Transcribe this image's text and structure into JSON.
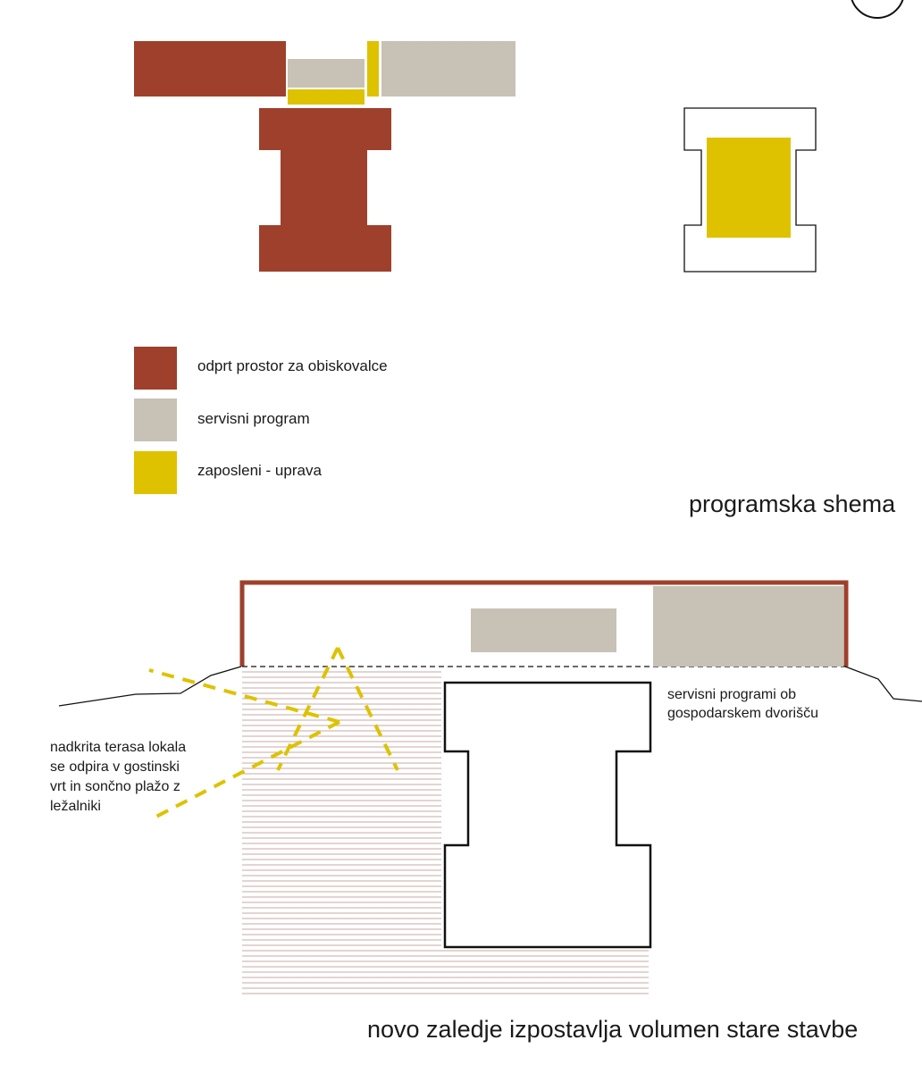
{
  "colors": {
    "visitors": "#9e402c",
    "service": "#c8c1b6",
    "staff": "#dec200",
    "outline": "#111111",
    "hatch": "#c9a9a3"
  },
  "legend": [
    {
      "key": "visitors",
      "label": "odprt prostor za obiskovalce"
    },
    {
      "key": "service",
      "label": "servisni program"
    },
    {
      "key": "staff",
      "label": "zaposleni - uprava"
    }
  ],
  "captions": {
    "scheme": "programska shema",
    "section": "novo zaledje izpostavlja volumen stare stavbe"
  },
  "notes": {
    "service_line1": "servisni programi ob",
    "service_line2": "gospodarskem dvorišču",
    "terrace_line1": "nadkrita terasa lokala",
    "terrace_line2": "se odpira v gostinski",
    "terrace_line3": "vrt in sončno plažo z",
    "terrace_line4": "ležalniki"
  }
}
